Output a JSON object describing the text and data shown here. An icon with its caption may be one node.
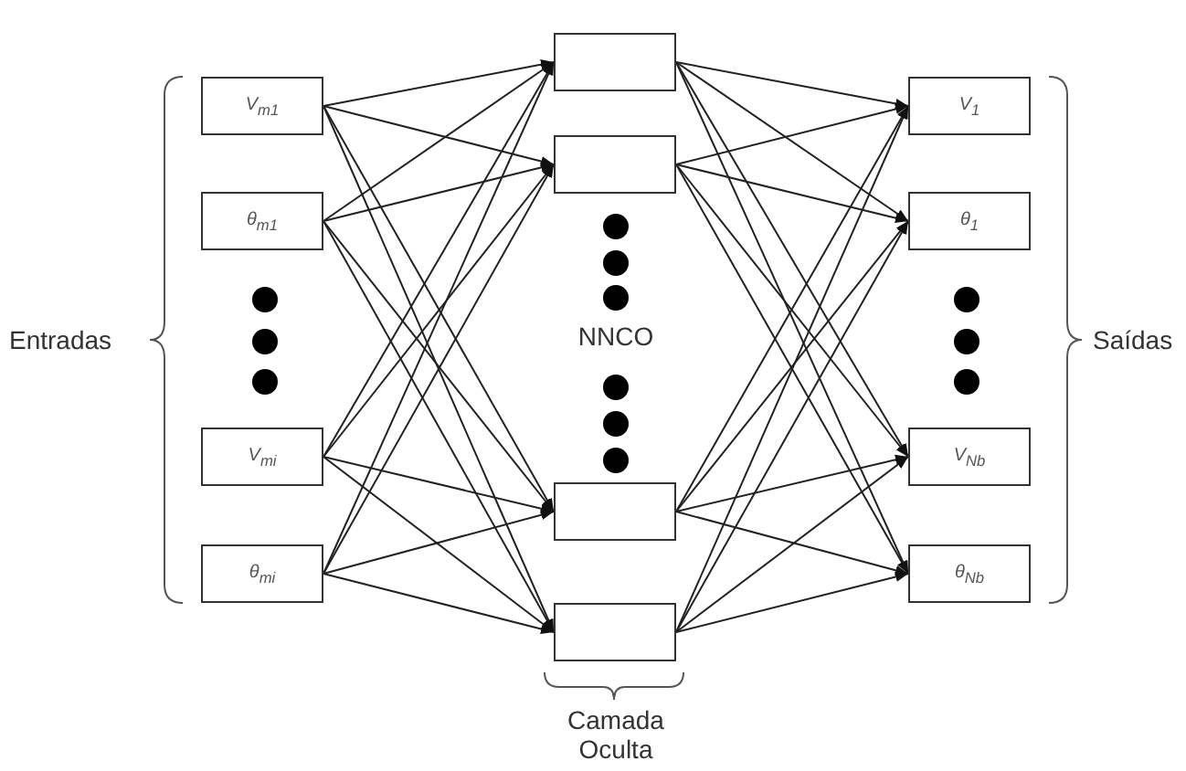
{
  "diagram": {
    "nodes": [
      {
        "text": [
          "V$_{m1}$"
        ]
      },
      {
        "text": [
          "θ$_{m1}$"
        ]
      },
      {
        "text": [
          "V$_{mi}$"
        ]
      },
      {
        "text": [
          "θ$_{mi}$"
        ]
      },
      {
        "text": [],
        "shape": "box"
      },
      {
        "text": [],
        "shape": "box"
      },
      {
        "text": [],
        "shape": "box"
      },
      {
        "text": [],
        "shape": "box"
      },
      {
        "text": [
          "V$_{1}$"
        ]
      },
      {
        "text": [
          "θ$_{1}$"
        ]
      },
      {
        "text": [
          "V$_{Nb}$"
        ]
      },
      {
        "text": [
          "θ$_{Nb}$"
        ]
      }
    ],
    "edges": [
      {
        "from": 0,
        "to": 4,
        "arrow": "to"
      },
      {
        "from": 0,
        "to": 5,
        "arrow": "to"
      },
      {
        "from": 0,
        "to": 6,
        "arrow": "to"
      },
      {
        "from": 0,
        "to": 7,
        "arrow": "to"
      },
      {
        "from": 1,
        "to": 4,
        "arrow": "to"
      },
      {
        "from": 1,
        "to": 5,
        "arrow": "to"
      },
      {
        "from": 1,
        "to": 6,
        "arrow": "to"
      },
      {
        "from": 1,
        "to": 7,
        "arrow": "to"
      },
      {
        "from": 2,
        "to": 4,
        "arrow": "to"
      },
      {
        "from": 2,
        "to": 5,
        "arrow": "to"
      },
      {
        "from": 2,
        "to": 6,
        "arrow": "to"
      },
      {
        "from": 2,
        "to": 7,
        "arrow": "to"
      },
      {
        "from": 3,
        "to": 4,
        "arrow": "to"
      },
      {
        "from": 3,
        "to": 5,
        "arrow": "to"
      },
      {
        "from": 3,
        "to": 6,
        "arrow": "to"
      },
      {
        "from": 3,
        "to": 7,
        "arrow": "to"
      },
      {
        "from": 4,
        "to": 8,
        "arrow": "to"
      },
      {
        "from": 4,
        "to": 9,
        "arrow": "to"
      },
      {
        "from": 4,
        "to": 10,
        "arrow": "to"
      },
      {
        "from": 4,
        "to": 11,
        "arrow": "to"
      },
      {
        "from": 5,
        "to": 8,
        "arrow": "to"
      },
      {
        "from": 5,
        "to": 9,
        "arrow": "to"
      },
      {
        "from": 5,
        "to": 10,
        "arrow": "to"
      },
      {
        "from": 5,
        "to": 11,
        "arrow": "to"
      },
      {
        "from": 6,
        "to": 8,
        "arrow": "to"
      },
      {
        "from": 6,
        "to": 9,
        "arrow": "to"
      },
      {
        "from": 6,
        "to": 10,
        "arrow": "to"
      },
      {
        "from": 6,
        "to": 11,
        "arrow": "to"
      },
      {
        "from": 7,
        "to": 8,
        "arrow": "to"
      },
      {
        "from": 7,
        "to": 9,
        "arrow": "to"
      },
      {
        "from": 7,
        "to": 10,
        "arrow": "to"
      },
      {
        "from": 7,
        "to": 11,
        "arrow": "to"
      }
    ],
    "labels": [
      "Entradas",
      "NNCO",
      "Saídas",
      "Camada Oculta"
    ]
  }
}
